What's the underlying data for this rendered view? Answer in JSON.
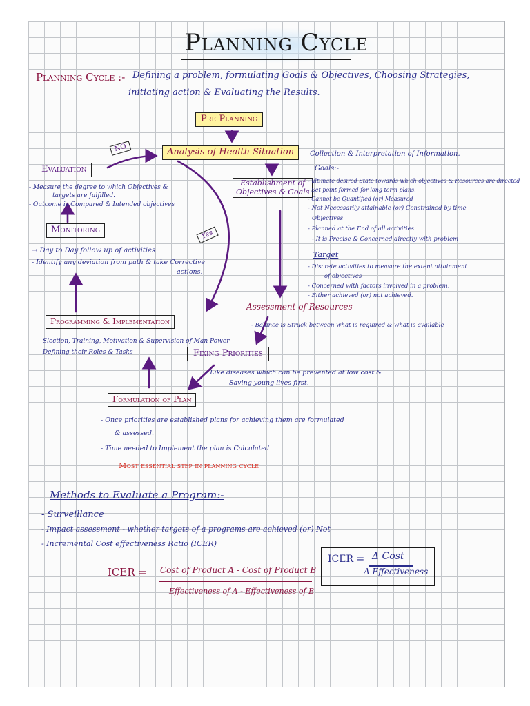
{
  "title": "Planning Cycle",
  "definition": {
    "label": "Planning Cycle :-",
    "line1": "Defining a problem, formulating Goals & Objectives, Choosing Strategies,",
    "line2": "initiating action & Evaluating the Results."
  },
  "boxes": {
    "pre_planning": "Pre-Planning",
    "analysis": "Analysis of Health Situation",
    "evaluation": "Evaluation",
    "establishment_1": "Establishment of",
    "establishment_2": "Objectives & Goals",
    "monitoring": "Monitoring",
    "assessment": "Assessment of Resources",
    "programming": "Programming & Implementation",
    "fixing": "Fixing Priorities",
    "formulation": "Formulation of Plan"
  },
  "decisions": {
    "no": "NO",
    "yes": "Yes"
  },
  "notes": {
    "collection": "Collection & Interpretation of Information.",
    "goals_heading": "Goals:-",
    "goals": [
      "- ultimate desired State towards which objectives & Resources are directed",
      "- Set point formed for long term plans.",
      "- Cannot be Quantified (or) Measured",
      "- Not Necessarily attainable (or) Constrained by time",
      "Objectives",
      "- Planned at the End of all activities",
      "- It is Precise & Concerned directly with problem"
    ],
    "target_heading": "Target",
    "target": [
      "- Discrete activities to measure the extent attainment",
      "of objectives",
      "- Concerned with factors involved in a problem.",
      "- Either achieved (or) not achieved."
    ],
    "evaluation": [
      "- Measure the degree to which Objectives &",
      "targets are fulfilled.",
      "- Outcome is Compared & Intended objectives"
    ],
    "monitoring": [
      "→ Day to Day follow up of activities",
      "- Identify any deviation from path & take Corrective",
      "actions."
    ],
    "assessment": "- Balance is Struck between what is required & what is available",
    "programming": [
      "- Slection, Training, Motivation & Supervision of Man Power",
      "- Defining their Roles & Tasks"
    ],
    "fixing": [
      "- Like diseases which can be prevented at low cost &",
      "Saving young lives first."
    ],
    "formulation": [
      "- Once priorities are established plans for achieving them are formulated",
      "& assessed.",
      "- Time needed to Implement the plan is Calculated"
    ],
    "essential": "Most essential step in planning cycle"
  },
  "methods": {
    "heading": "Methods to Evaluate a Program:-",
    "items": [
      "- Surveillance",
      "- Impact assessment - whether targets of a programs are achieved (or) Not",
      "- Incremental Cost effectiveness Ratio (ICER)"
    ]
  },
  "formula": {
    "lhs": "ICER =",
    "numerator": "Cost of Product A - Cost of Product B",
    "denominator": "Effectiveness of A - Effectiveness of B"
  },
  "icer_box": {
    "lhs": "ICER =",
    "numerator": "Δ Cost",
    "denominator": "Δ Effectiveness"
  },
  "colors": {
    "purple": "#5b1a80",
    "navy": "#2a2d8c",
    "maroon": "#8a1540",
    "highlight": "#fff3a0",
    "red": "#d9291e"
  }
}
